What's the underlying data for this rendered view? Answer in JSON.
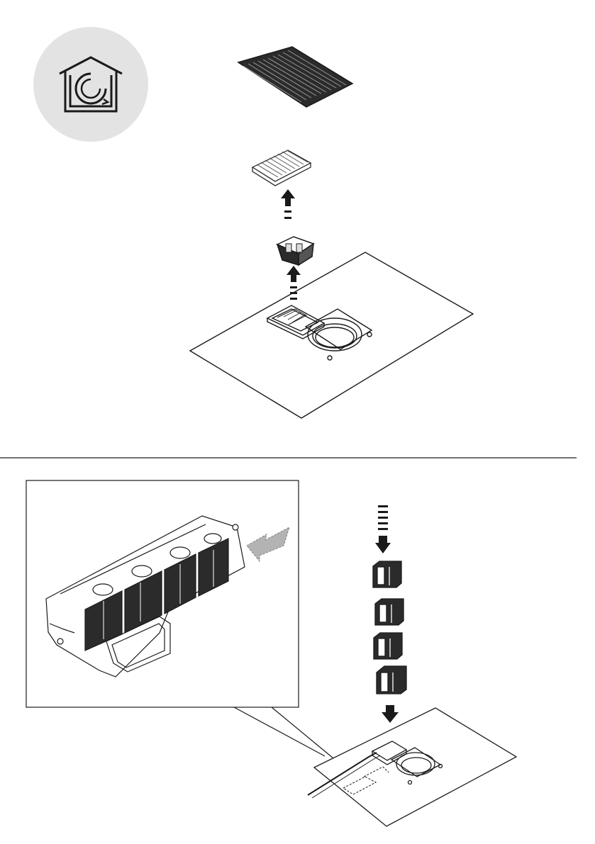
{
  "icons": {
    "recirculation_mode": "house-recirculation-icon"
  },
  "colors": {
    "line": "#1a1a1a",
    "icon_circle": "#e3e3e3",
    "dashed_arrow": "#b3b3b3",
    "filter_dark": "#2b2b2b",
    "background": "#ffffff"
  },
  "steps": [
    {
      "name": "remove-grease-filter-and-cartridge",
      "arrows": "up"
    },
    {
      "name": "insert-four-odor-filters",
      "arrows": "down",
      "filter_count": 4
    }
  ]
}
